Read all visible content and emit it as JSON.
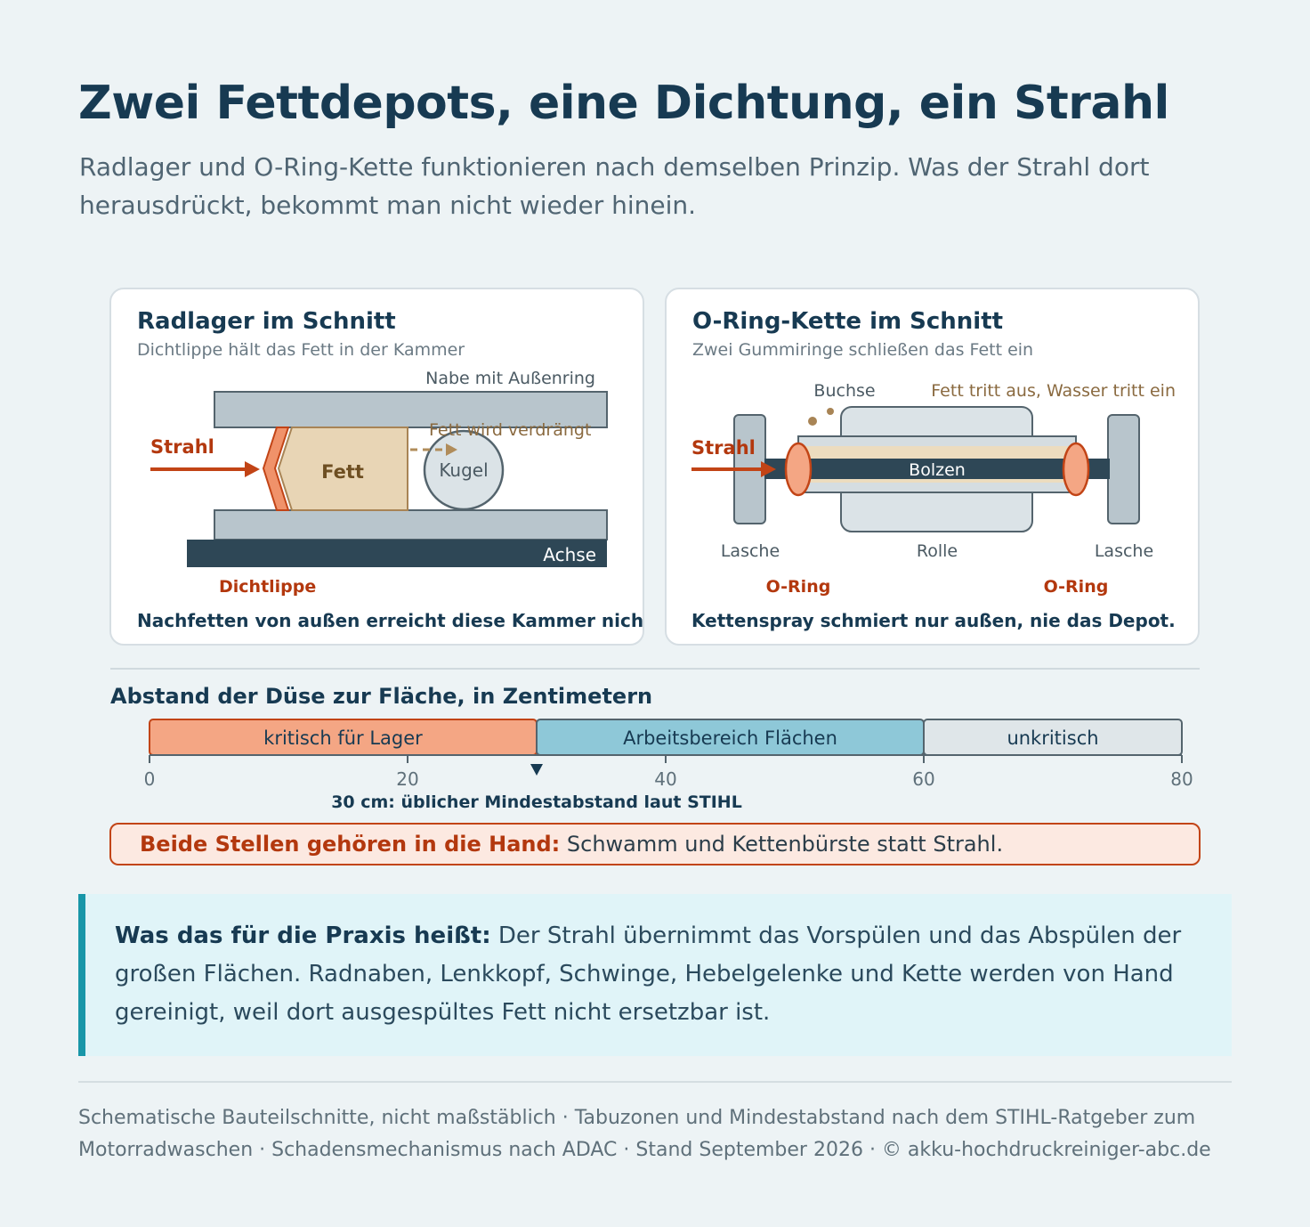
{
  "header": {
    "title": "Zwei Fettdepots, eine Dichtung, ein Strahl",
    "subtitle": "Radlager und O-Ring-Kette funktionieren nach demselben Prinzip. Was der Strahl dort herausdrückt, bekommt man nicht wieder hinein."
  },
  "left_panel": {
    "title": "Radlager im Schnitt",
    "subtitle": "Dichtlippe hält das Fett in der Kammer",
    "labels": {
      "hub": "Nabe mit Außenring",
      "displaced": "Fett wird verdrängt",
      "jet": "Strahl",
      "grease": "Fett",
      "ball": "Kugel",
      "axle": "Achse",
      "lip": "Dichtlippe"
    },
    "caption": "Nachfetten von außen erreicht diese Kammer nicht."
  },
  "right_panel": {
    "title": "O-Ring-Kette im Schnitt",
    "subtitle": "Zwei Gummiringe schließen das Fett ein",
    "labels": {
      "bushing": "Buchse",
      "leak": "Fett tritt aus, Wasser tritt ein",
      "jet": "Strahl",
      "pin": "Bolzen",
      "plate_left": "Lasche",
      "roller": "Rolle",
      "plate_right": "Lasche",
      "oring_left": "O-Ring",
      "oring_right": "O-Ring"
    },
    "caption": "Kettenspray schmiert nur außen, nie das Depot."
  },
  "scale": {
    "title": "Abstand der Düse zur Fläche, in Zentimetern",
    "range": [
      0,
      80
    ],
    "ticks": [
      "0",
      "20",
      "40",
      "60",
      "80"
    ],
    "segments": [
      {
        "label": "kritisch für Lager",
        "from": 0,
        "to": 30,
        "color": "#f4a684"
      },
      {
        "label": "Arbeitsbereich Flächen",
        "from": 30,
        "to": 60,
        "color": "#8ec8d8"
      },
      {
        "label": "unkritisch",
        "from": 60,
        "to": 80,
        "color": "#dfe6e9"
      }
    ],
    "marker": {
      "value": 30,
      "label": "30 cm: üblicher Mindestabstand laut STIHL"
    }
  },
  "callout": {
    "strong": "Beide Stellen gehören in die Hand:",
    "text": " Schwamm und Kettenbürste statt Strahl."
  },
  "note": {
    "strong": "Was das für die Praxis heißt:",
    "text": " Der Strahl übernimmt das Vorspülen und das Abspülen der großen Flächen. Radnaben, Lenkkopf, Schwinge, Hebelgelenke und Kette werden von Hand gereinigt, weil dort ausgespültes Fett nicht ersetzbar ist."
  },
  "footer": "Schematische Bauteilschnitte, nicht maßstäblich · Tabuzonen und Mindestabstand nach dem STIHL-Ratgeber zum Motorradwaschen · Schadensmechanismus nach ADAC · Stand September 2026 · © akku-hochdruckreiniger-abc.de"
}
